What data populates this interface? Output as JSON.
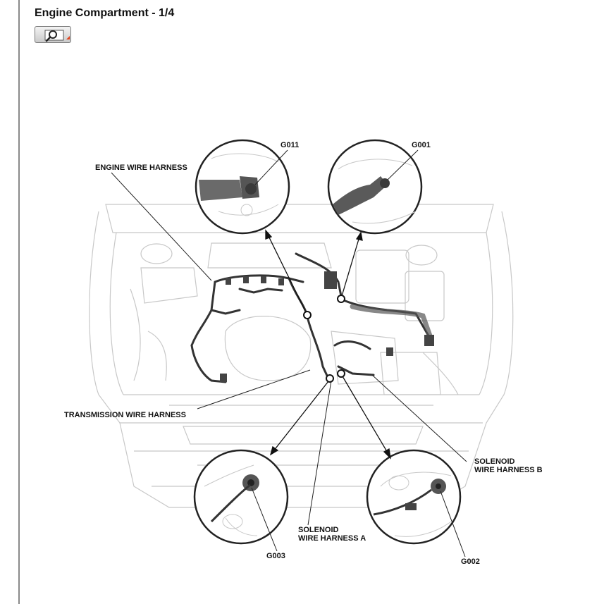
{
  "page": {
    "title": "Engine Compartment - 1/4"
  },
  "toolbar": {
    "zoom_button_icon": "magnifier-icon",
    "accent_color": "#e0421c"
  },
  "labels": {
    "engine_wire_harness": "ENGINE WIRE HARNESS",
    "transmission_wire_harness": "TRANSMISSION WIRE HARNESS",
    "solenoid_a_line1": "SOLENOID",
    "solenoid_a_line2": "WIRE HARNESS A",
    "solenoid_b_line1": "SOLENOID",
    "solenoid_b_line2": "WIRE HARNESS B",
    "g011": "G011",
    "g001": "G001",
    "g003": "G003",
    "g002": "G002"
  }
}
